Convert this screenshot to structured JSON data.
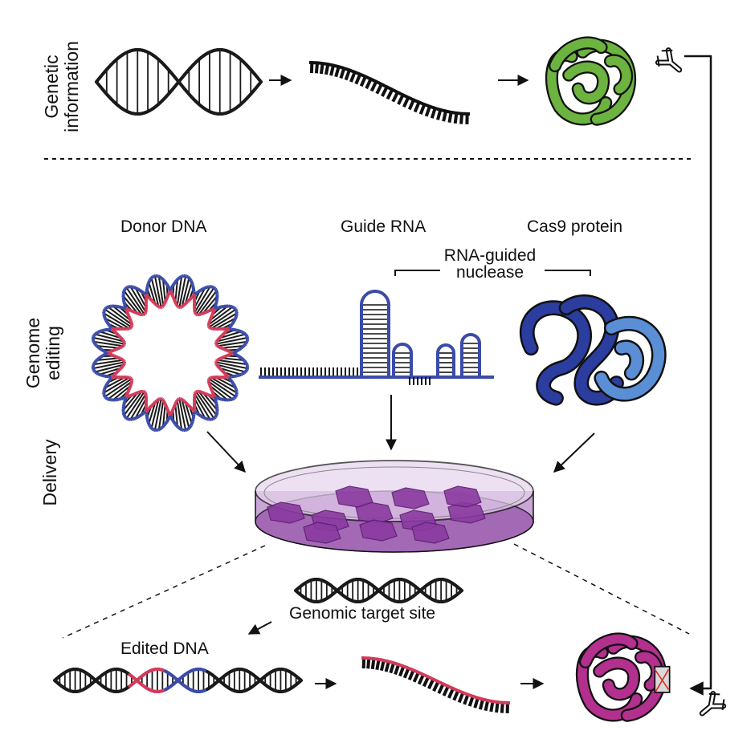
{
  "labels": {
    "genetic_information": [
      "Genetic",
      "information"
    ],
    "genome_editing": [
      "Genome",
      "editing"
    ],
    "delivery": "Delivery",
    "donor_dna": "Donor DNA",
    "guide_rna": "Guide RNA",
    "cas9_protein": "Cas9 protein",
    "rna_guided_nuclease": [
      "RNA-guided",
      "nuclease"
    ],
    "genomic_target_site": "Genomic target site",
    "edited_dna": "Edited DNA"
  },
  "colors": {
    "strand": "#1a1a1a",
    "protein_green": "#6db33f",
    "protein_magenta": "#b3308f",
    "cas9_dark_blue": "#2b3d9e",
    "cas9_light_blue": "#5a8fd6",
    "donor_red": "#d23a5a",
    "donor_blue": "#3a4ba8",
    "rna_red": "#d23a5a",
    "dish_purple": "#9d5fb0",
    "cell_purple": "#8a3aa0"
  },
  "icons": [
    "dna-double-helix-icon",
    "mrna-strand-icon",
    "protein-fold-icon",
    "antibody-icon",
    "plasmid-icon",
    "guide-rna-icon",
    "cas9-protein-icon",
    "petri-dish-icon",
    "arrow-icon"
  ]
}
